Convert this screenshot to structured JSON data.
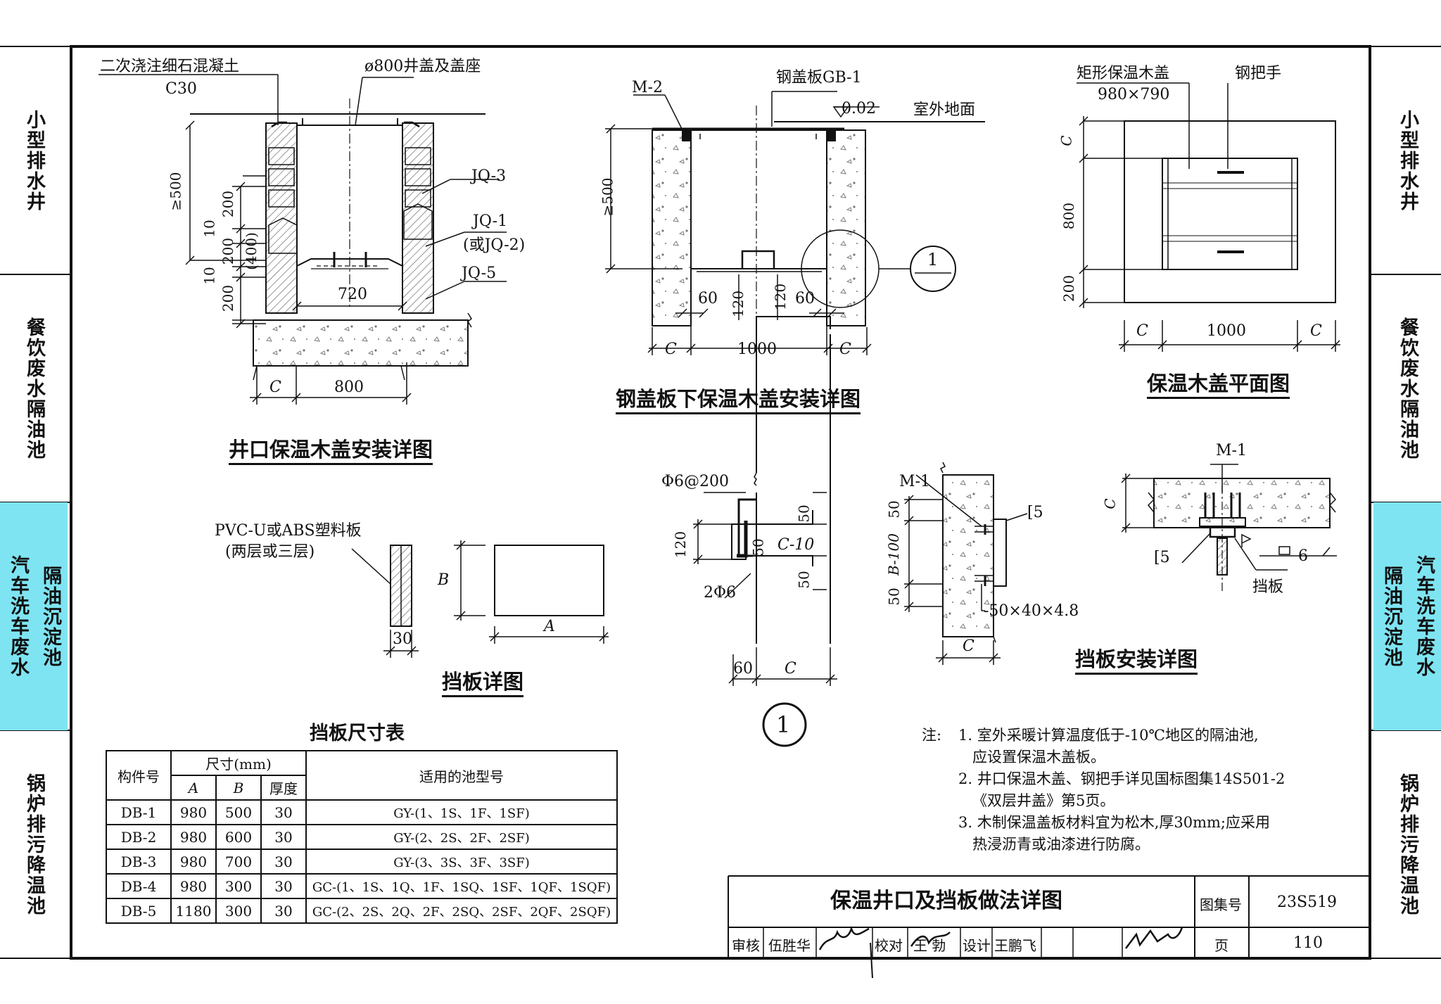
{
  "side_tabs": {
    "left": [
      {
        "text": "小型排水井"
      },
      {
        "text": "餐饮废水隔油池"
      },
      {
        "text_a": "隔油沉淀池",
        "text_b": "汽车洗车废水"
      },
      {
        "text": "锅炉排污降温池"
      }
    ],
    "right": [
      {
        "text": "小型排水井"
      },
      {
        "text": "餐饮废水隔油池"
      },
      {
        "text_a": "汽车洗车废水",
        "text_b": "隔油沉淀池"
      },
      {
        "text": "锅炉排污降温池"
      }
    ],
    "highlight_color": "#7fe4f2"
  },
  "views": {
    "well_detail": {
      "title": "井口保温木盖安装详图",
      "concrete": "二次浇注细石混凝土",
      "grade": "C30",
      "cover": "ø800井盖及盖座",
      "jq3": "JQ-3",
      "jq1": "JQ-1",
      "jq1_alt": "(或JQ-2)",
      "jq5": "JQ-5",
      "h_min": "≥500",
      "d200a": "200",
      "d200b": "200",
      "d200c": "200",
      "d10a": "10",
      "d10b": "10",
      "d400": "(400)",
      "w720": "720",
      "c": "C",
      "w800": "800"
    },
    "steel_detail": {
      "title": "钢盖板下保温木盖安装详图",
      "m2": "M-2",
      "gb1": "钢盖板GB-1",
      "elev": "0.02",
      "ground": "室外地面",
      "h_min": "≥500",
      "d60a": "60",
      "d120a": "120",
      "d120b": "120",
      "d60b": "60",
      "c1": "C",
      "w1000": "1000",
      "c2": "C",
      "callout": "1"
    },
    "plan": {
      "title": "保温木盖平面图",
      "lid": "矩形保温木盖",
      "size": "980×790",
      "handle": "钢把手",
      "c": "C",
      "h800": "800",
      "h200": "200",
      "c1": "C",
      "w1000": "1000",
      "c2": "C"
    },
    "baffle": {
      "title": "挡板详图",
      "material": "PVC-U或ABS塑料板",
      "layers": "(两层或三层)",
      "t30": "30",
      "b": "B",
      "a": "A"
    },
    "section1": {
      "rebar": "Φ6@200",
      "bars": "2Φ6",
      "d120": "120",
      "d50a": "50",
      "d50b": "50",
      "d50c": "50",
      "channel": "C-10",
      "d60": "60",
      "c": "C",
      "label": "1"
    },
    "install": {
      "title": "挡板安装详图",
      "m1a": "M-1",
      "m1b": "M-1",
      "ch5a": "[5",
      "ch5b": "[5",
      "v50a": "50",
      "vb": "B-100",
      "v50b": "50",
      "plate": "-50×40×4.8",
      "c1": "C",
      "c2": "C",
      "weld": "6",
      "baffle": "挡板"
    }
  },
  "table": {
    "title": "挡板尺寸表",
    "h_part": "构件号",
    "h_dim": "尺寸(mm)",
    "h_a": "A",
    "h_b": "B",
    "h_t": "厚度",
    "h_apply": "适用的池型号",
    "rows": [
      [
        "DB-1",
        "980",
        "500",
        "30",
        "GY-(1、1S、1F、1SF)"
      ],
      [
        "DB-2",
        "980",
        "600",
        "30",
        "GY-(2、2S、2F、2SF)"
      ],
      [
        "DB-3",
        "980",
        "700",
        "30",
        "GY-(3、3S、3F、3SF)"
      ],
      [
        "DB-4",
        "980",
        "300",
        "30",
        "GC-(1、1S、1Q、1F、1SQ、1SF、1QF、1SQF)"
      ],
      [
        "DB-5",
        "1180",
        "300",
        "30",
        "GC-(2、2S、2Q、2F、2SQ、2SF、2QF、2SQF)"
      ]
    ]
  },
  "notes": {
    "label": "注:",
    "items": [
      {
        "n": "1. 室外采暖计算温度低于-10℃地区的隔油池,",
        "c": "应设置保温木盖板。"
      },
      {
        "n": "2. 井口保温木盖、钢把手详见国标图集14S501-2",
        "c": "《双层井盖》第5页。"
      },
      {
        "n": "3. 木制保温盖板材料宜为松木,厚30mm;应采用",
        "c": "热浸沥青或油漆进行防腐。"
      }
    ]
  },
  "title_block": {
    "title": "保温井口及挡板做法详图",
    "atlas_label": "图集号",
    "atlas": "23S519",
    "review_label": "审核",
    "reviewer": "伍胜华",
    "check_label": "校对",
    "checker": "王 勃",
    "design_label": "设计",
    "designer": "王鹏飞",
    "page_label": "页",
    "page": "110"
  }
}
